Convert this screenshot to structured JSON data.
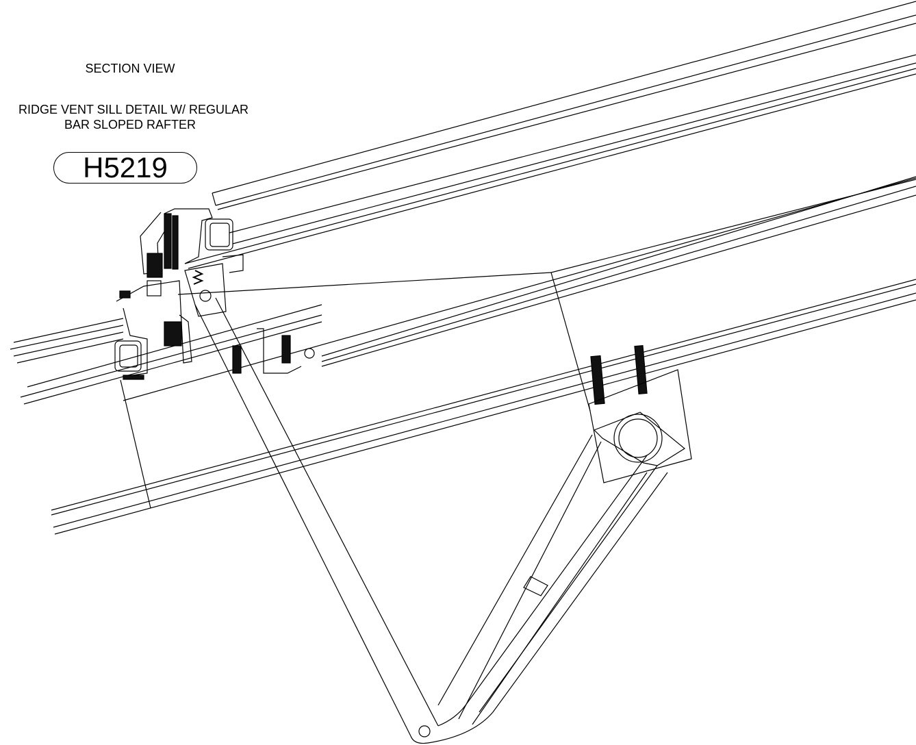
{
  "drawing": {
    "view_label": "SECTION VIEW",
    "description_line1": "RIDGE VENT SILL DETAIL W/ REGULAR",
    "description_line2": "BAR SLOPED RAFTER",
    "detail_number": "H5219"
  }
}
